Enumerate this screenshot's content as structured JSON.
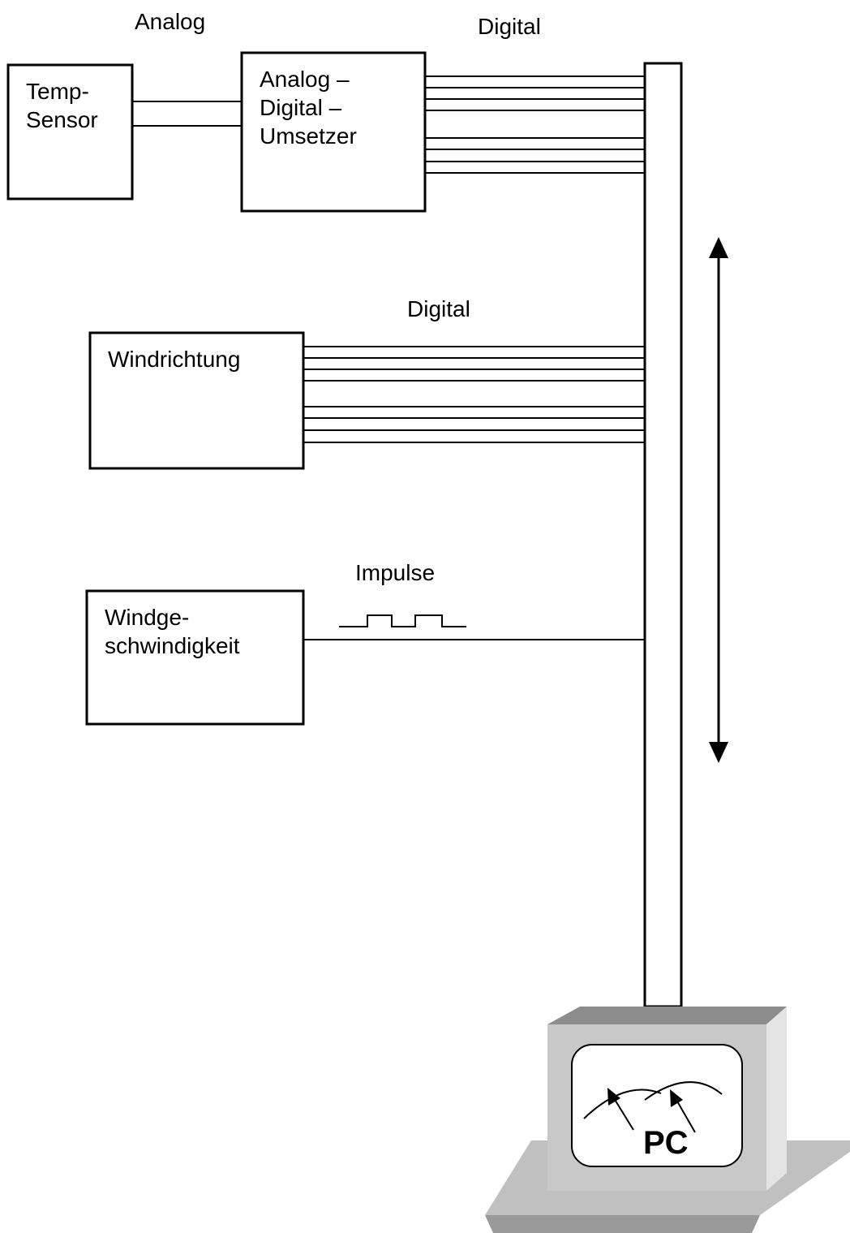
{
  "labels": {
    "analog": "Analog",
    "digital_top": "Digital",
    "digital_middle": "Digital",
    "impulse": "Impulse"
  },
  "blocks": {
    "temp_sensor": [
      "Temp-",
      "Sensor"
    ],
    "adc": [
      "Analog –",
      "Digital –",
      "Umsetzer"
    ],
    "wind_direction": [
      "Windrichtung"
    ],
    "wind_speed": [
      "Windge-",
      "schwindigkeit"
    ]
  },
  "computer": {
    "label": "PC"
  },
  "colors": {
    "line": "#000000",
    "monitor_face": "#c8c8c8",
    "monitor_top": "#8c8c8c",
    "monitor_side": "#e4e4e4",
    "base": "#c0c0c0",
    "base_edge": "#9a9a9a",
    "screen": "#ffffff"
  }
}
